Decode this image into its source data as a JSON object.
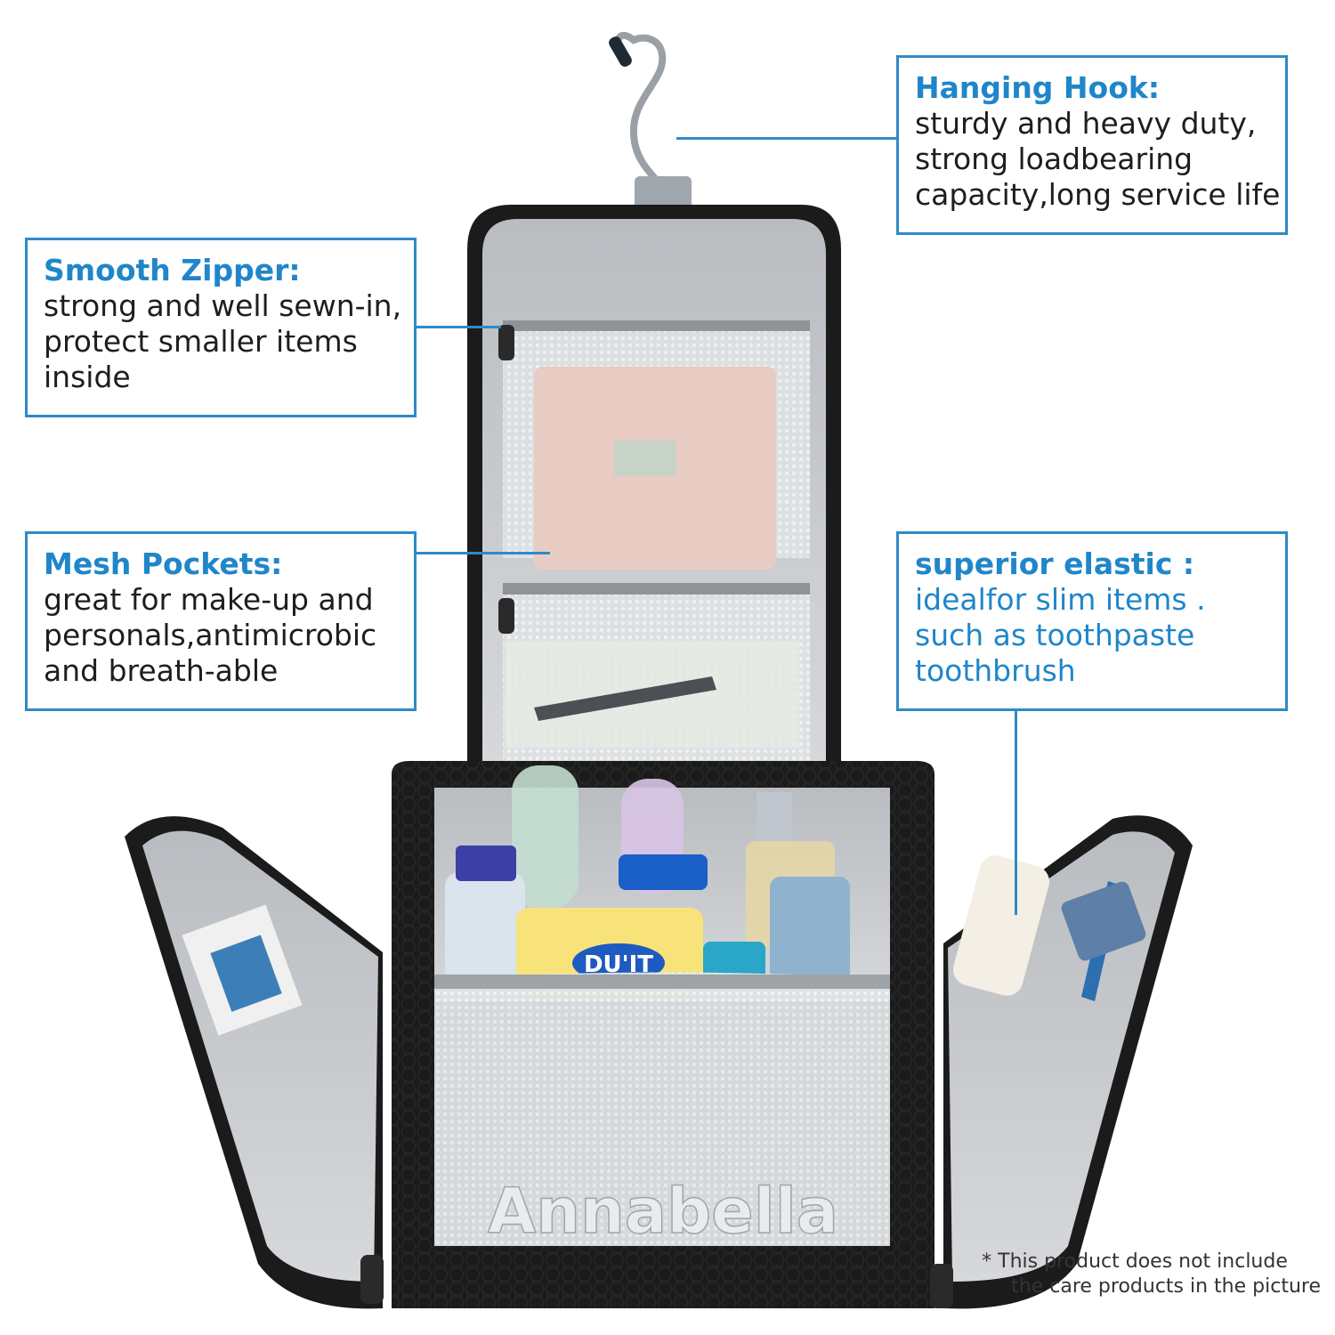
{
  "callouts": {
    "hanging_hook": {
      "title": "Hanging Hook:",
      "lines": [
        "sturdy and heavy duty,",
        "strong loadbearing",
        "capacity,long service life"
      ]
    },
    "smooth_zipper": {
      "title": "Smooth Zipper:",
      "lines": [
        "strong and well sewn-in,",
        "protect smaller items",
        "inside"
      ]
    },
    "mesh_pockets": {
      "title": "Mesh Pockets:",
      "lines": [
        "great for make-up and",
        "personals,antimicrobic",
        "and breath-able"
      ]
    },
    "superior_elastic": {
      "title": "superior elastic :",
      "lines": [
        "idealfor slim items .",
        "such as toothpaste",
        "toothbrush"
      ]
    }
  },
  "product": {
    "brand_print": "Annabella",
    "tube_label": "DU'IT"
  },
  "footnote": {
    "symbol": "*",
    "line1": "This product does not include",
    "line2": "the care products in the picture"
  },
  "colors": {
    "accent_blue": "#1f86c9",
    "bag_black": "#1b1b1b",
    "lining_grey": "#c7c9cc"
  }
}
